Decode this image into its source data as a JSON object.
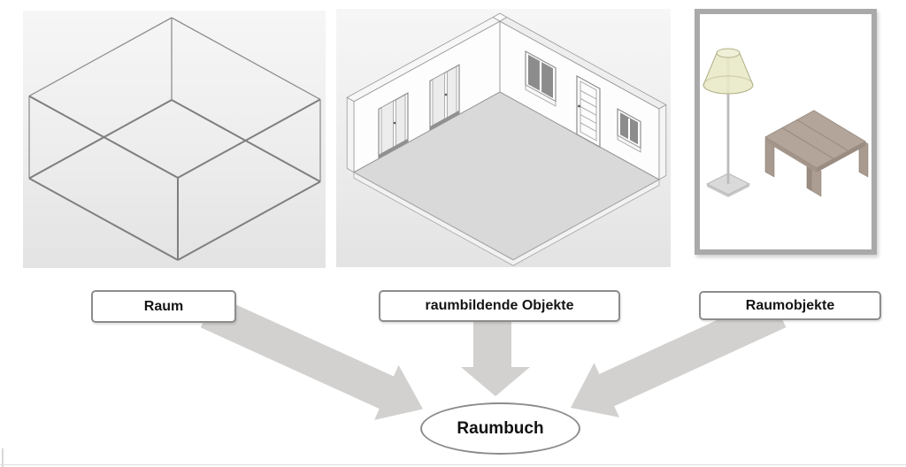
{
  "diagram": {
    "labels": {
      "room": "Raum",
      "room_forming_objects": "raumbildende Objekte",
      "room_objects": "Raumobjekte",
      "result": "Raumbuch"
    },
    "panels": [
      {
        "name": "room-wireframe",
        "figure": "wireframe-cube"
      },
      {
        "name": "room-forming-objects",
        "figure": "isometric-room-with-windows-and-door"
      },
      {
        "name": "room-objects",
        "figure": "floor-lamp-and-table"
      }
    ],
    "colors": {
      "arrow": "#d2d1d0",
      "box_border": "#8c8c8c",
      "panel_background_top": "#f6f6f6",
      "panel_background_bottom": "#e3e3e3",
      "floor": "#d9d9d9",
      "wall": "#fdfdfd",
      "outline": "#9a9a9a",
      "glass": "#8c8c8c",
      "table": "#b3a59a",
      "lamp_shade": "#e8e8c6",
      "object_frame": "#a9a9a9"
    }
  }
}
